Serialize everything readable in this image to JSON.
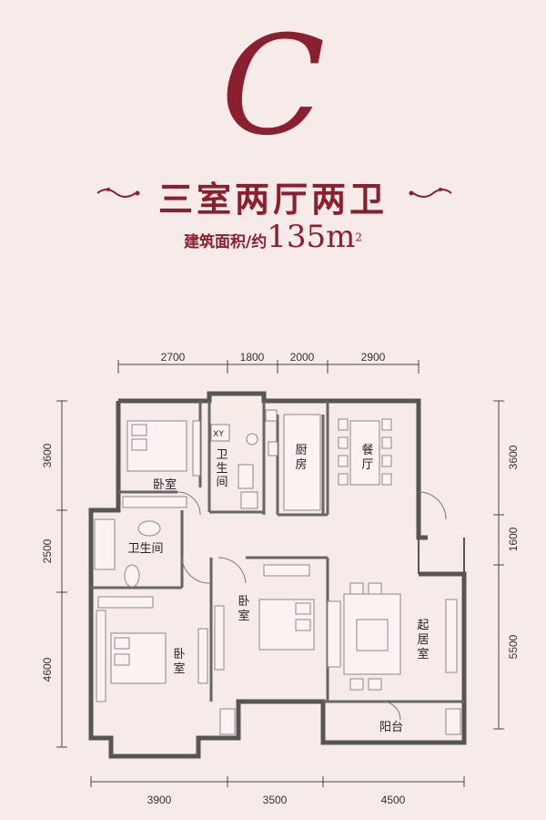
{
  "header": {
    "unit_letter": "C",
    "title": "三室两厅两卫",
    "area_label": "建筑面积/约",
    "area_value": "135m",
    "area_unit_sup": "2"
  },
  "dimensions": {
    "top": [
      "2700",
      "1800",
      "2000",
      "2900"
    ],
    "bottom": [
      "3900",
      "3500",
      "4500"
    ],
    "left": [
      "3600",
      "2500",
      "4600"
    ],
    "right": [
      "3600",
      "1600",
      "5500"
    ]
  },
  "rooms": {
    "bedroom_top": "卧室",
    "bath_top": [
      "卫",
      "生",
      "间"
    ],
    "kitchen": [
      "厨",
      "房"
    ],
    "dining": [
      "餐",
      "厅"
    ],
    "bath_left": "卫生间",
    "bedroom_middle": [
      "卧",
      "室"
    ],
    "bedroom_bottom": [
      "卧",
      "室"
    ],
    "living": [
      "起",
      "居",
      "室"
    ],
    "balcony": "阳台",
    "washer_label": "XY"
  },
  "colors": {
    "accent": "#8c1f2e",
    "background": "#f7ebea",
    "wall": "#555555"
  }
}
